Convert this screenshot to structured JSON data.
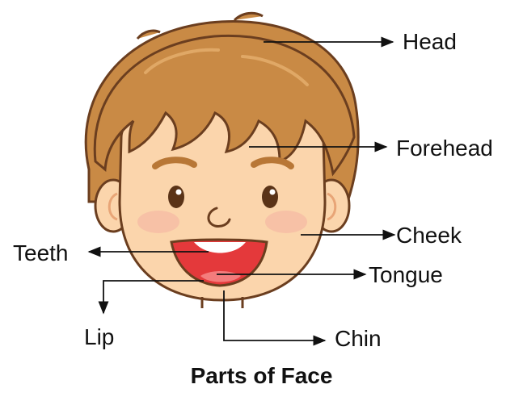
{
  "labels": {
    "head": "Head",
    "forehead": "Forehead",
    "cheek": "Cheek",
    "teeth": "Teeth",
    "tongue": "Tongue",
    "lip": "Lip",
    "chin": "Chin"
  },
  "title": "Parts of Face",
  "colors": {
    "hair": "#c98a45",
    "hair_dark": "#8a5426",
    "skin": "#fbd5ac",
    "skin_shade": "#f2b98a",
    "outline": "#6b3e1f",
    "mouth": "#e4393b",
    "tongue": "#f47c7c",
    "teeth": "#ffffff",
    "eye": "#5a3317",
    "cheek_blush": "#f7c1a6",
    "leader_line": "#111111"
  },
  "illustration": "cartoon-boy-face-icon"
}
